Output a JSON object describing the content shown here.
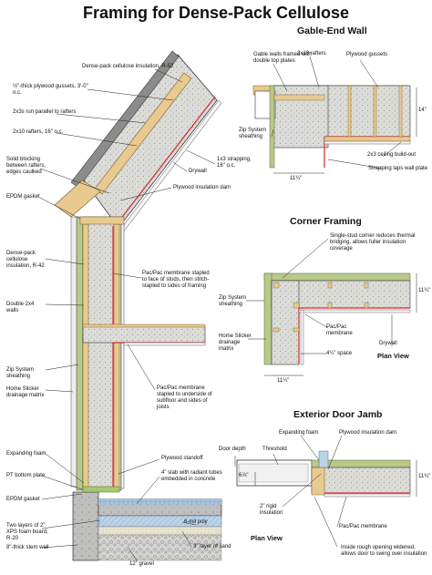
{
  "title": "Framing for Dense-Pack Cellulose",
  "sections": {
    "gable": "Gable-End Wall",
    "corner": "Corner Framing",
    "door": "Exterior Door Jamb"
  },
  "plan_view": "Plan View",
  "left_labels": [
    "Dense-pack cellulose insulation, R-52",
    "½\"-thick plywood gussets, 3'-0\" o.c.",
    "2x3s run parallel to rafters",
    "2x10 rafters, 16\" o.c.",
    "Solid blocking between rafters, edges caulked",
    "1x3 strapping, 16\" o.c.",
    "Drywall",
    "EPDM gasket",
    "Plywood insulation dam",
    "Dense-pack cellulose insulation, R-42",
    "Pac/Pac membrane stapled to face of studs, then stitch-stapled to sides of framing",
    "Double 2x4 walls",
    "Zip System sheathing",
    "Home Slicker drainage matrix",
    "Pac/Pac membrane stapled to underside of subfloor and sides of joists",
    "Plywood standoff",
    "Expanding foam",
    "4\" slab with radiant tubes embedded in concrete",
    "PT bottom plate",
    "EPDM gasket",
    "Two layers of 2\" XPS foam board, R-20",
    "6-mil poly",
    "8\"-thick stem wall",
    "3\" layer of sand",
    "12\" gravel"
  ],
  "gable_labels": [
    "Gable walls framed with double top plates",
    "2x10 rafters",
    "Plywood gussets",
    "14\"",
    "Zip System sheathing",
    "2x3 ceiling build-out",
    "Strapping laps wall plate",
    "11¼\""
  ],
  "corner_labels": [
    "Single-stud corner reduces thermal bridging, allows fuller insulation coverage",
    "11¼\"",
    "Zip System sheathing",
    "Pac/Pac membrane",
    "Home Slicker drainage matrix",
    "4¼\" space",
    "Drywall",
    "11¼\""
  ],
  "door_labels": [
    "Expanding foam",
    "Plywood insulation dam",
    "Door depth",
    "Threshold",
    "6⅞\"",
    "11¼\"",
    "2\" rigid insulation",
    "Pac/Pac membrane",
    "Inside rough opening widened, allows door to swing over insulation"
  ]
}
